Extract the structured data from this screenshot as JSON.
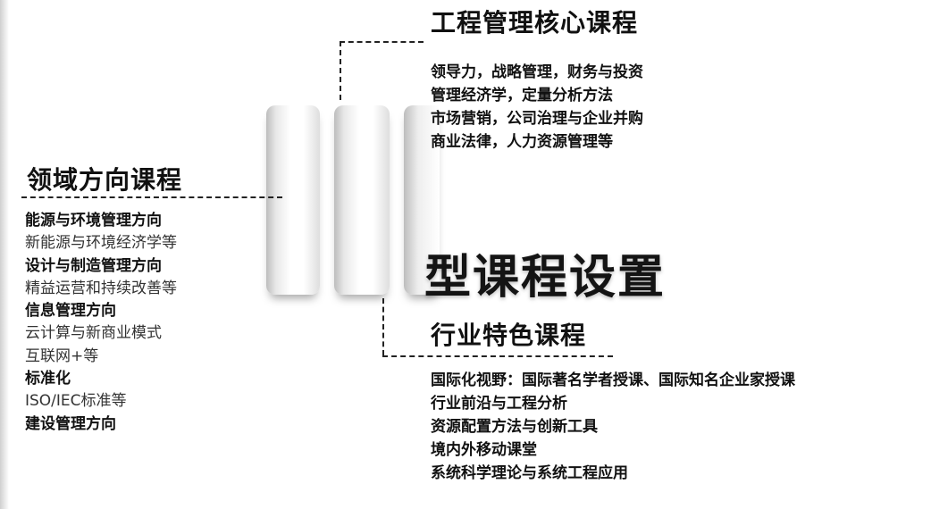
{
  "core": {
    "title": "工程管理核心课程",
    "items": [
      "领导力，战略管理，财务与投资",
      "管理经济学，定量分析方法",
      "市场营销，公司治理与企业并购",
      "商业法律，人力资源管理等"
    ]
  },
  "domain": {
    "title": "领域方向课程",
    "items": [
      {
        "text": "能源与环境管理方向",
        "bold": true
      },
      {
        "text": "新能源与环境经济学等",
        "bold": false
      },
      {
        "text": "设计与制造管理方向",
        "bold": true
      },
      {
        "text": "精益运营和持续改善等",
        "bold": false
      },
      {
        "text": "信息管理方向",
        "bold": true
      },
      {
        "text": "云计算与新商业模式",
        "bold": false
      },
      {
        "text": "互联网+等",
        "bold": false
      },
      {
        "text": "标准化",
        "bold": true
      },
      {
        "text": "ISO/IEC标准等",
        "bold": false
      },
      {
        "text": "建设管理方向",
        "bold": true
      }
    ]
  },
  "center": {
    "title": "型课程设置"
  },
  "industry": {
    "title": "行业特色课程",
    "items": [
      "国际化视野：国际著名学者授课、国际知名企业家授课",
      "行业前沿与工程分析",
      "资源配置方法与创新工具",
      "境内外移动课堂",
      "系统科学理论与系统工程应用"
    ]
  }
}
